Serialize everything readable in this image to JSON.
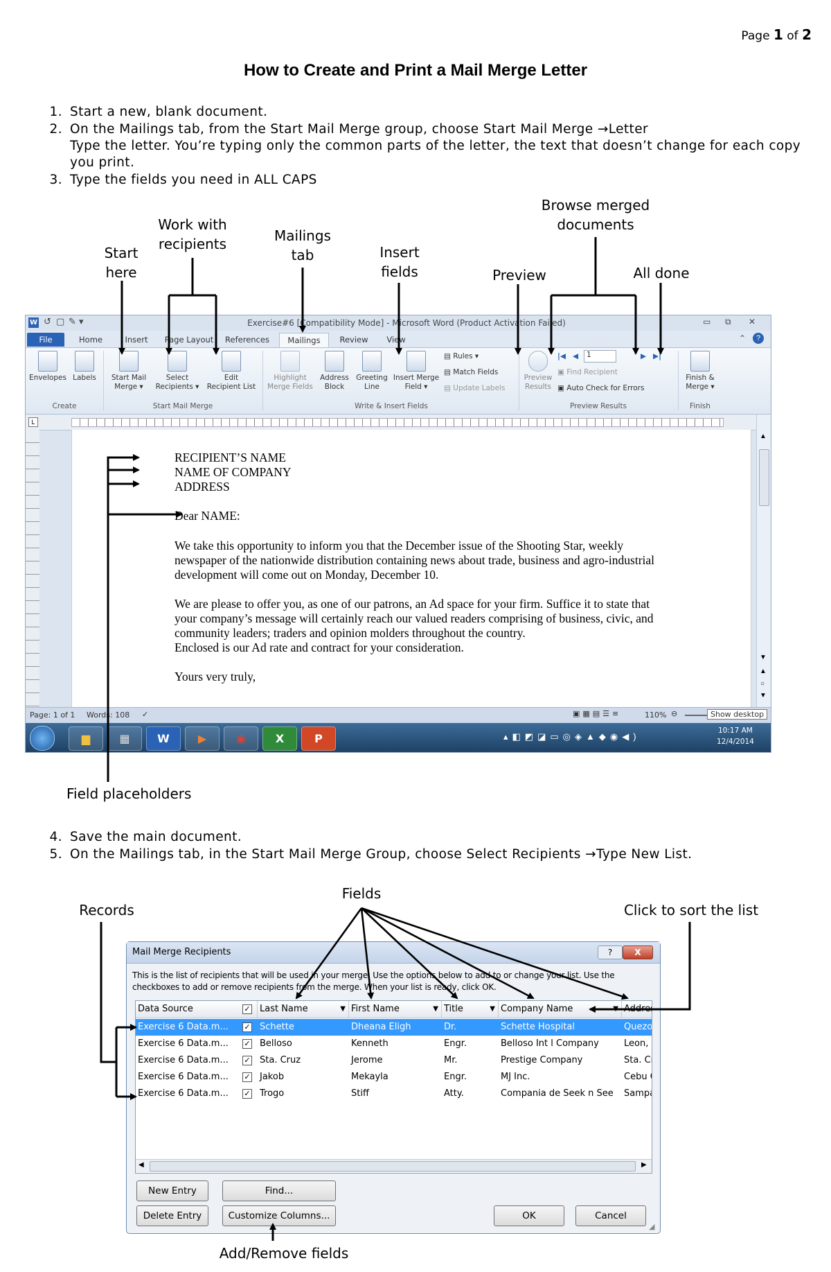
{
  "header": {
    "page_prefix": "Page",
    "page_current": "1",
    "page_of": "of",
    "page_total": "2"
  },
  "title": "How to Create and Print a Mail Merge Letter",
  "steps_a": [
    {
      "num": "1.",
      "lines": [
        "Start a new, blank document."
      ]
    },
    {
      "num": "2.",
      "lines": [
        "On the Mailings tab, from the Start Mail Merge group, choose Start Mail Merge →Letter",
        "Type the letter.  You’re typing only the common parts of the letter, the text that doesn’t change for each copy",
        "you print."
      ]
    },
    {
      "num": "3.",
      "lines": [
        "Type the fields you need in ALL CAPS"
      ]
    }
  ],
  "callouts_top": {
    "start_here": [
      "Start",
      "here"
    ],
    "work_with_recipients": [
      "Work with",
      "recipients"
    ],
    "mailings_tab": [
      "Mailings",
      "tab"
    ],
    "insert_fields": [
      "Insert",
      "fields"
    ],
    "preview": "Preview",
    "browse": [
      "Browse merged",
      "documents"
    ],
    "all_done": "All done"
  },
  "word": {
    "title": "Exercise#6 [Compatibility Mode] - Microsoft Word (Product Activation Failed)",
    "tabs": [
      "File",
      "Home",
      "Insert",
      "Page Layout",
      "References",
      "Mailings",
      "Review",
      "View"
    ],
    "ribbon": {
      "create": {
        "buttons": [
          "Envelopes",
          "Labels"
        ],
        "label": "Create"
      },
      "start": {
        "buttons": [
          [
            "Start Mail",
            "Merge ▾"
          ],
          [
            "Select",
            "Recipients ▾"
          ],
          [
            "Edit",
            "Recipient List"
          ]
        ],
        "label": "Start Mail Merge"
      },
      "write": {
        "buttons": [
          [
            "Highlight",
            "Merge Fields"
          ],
          [
            "Address",
            "Block"
          ],
          [
            "Greeting",
            "Line"
          ],
          [
            "Insert Merge",
            "Field ▾"
          ]
        ],
        "small": [
          "Rules ▾",
          "Match Fields",
          "Update Labels"
        ],
        "label": "Write & Insert Fields"
      },
      "preview": {
        "button": [
          "Preview",
          "Results"
        ],
        "record": "1",
        "small": [
          "Find Recipient",
          "Auto Check for Errors"
        ],
        "label": "Preview Results"
      },
      "finish": {
        "button": [
          "Finish &",
          "Merge ▾"
        ],
        "label": "Finish"
      }
    },
    "letter": {
      "fields": [
        "RECIPIENT’S NAME",
        "NAME OF COMPANY",
        "ADDRESS"
      ],
      "salutation": "Dear NAME:",
      "para1": [
        "We take this opportunity to inform you that the December issue of the Shooting Star, weekly",
        "newspaper of the nationwide distribution containing news about trade, business and agro-industrial",
        "development will come out on Monday, December 10."
      ],
      "para2": [
        "We are please to offer you, as one of our patrons, an Ad space for your firm. Suffice it to state that",
        "your company’s message will certainly reach our valued readers comprising of business, civic, and",
        "community leaders; traders and opinion molders throughout the country.",
        "Enclosed is our Ad rate and contract for your consideration."
      ],
      "closing": "Yours very truly,"
    },
    "status": {
      "page": "Page: 1 of 1",
      "words": "Words: 108",
      "zoom": "110%",
      "show_desktop": "Show desktop"
    },
    "clock": {
      "time": "10:17 AM",
      "date": "12/4/2014"
    }
  },
  "callout_field_placeholders": "Field placeholders",
  "steps_b": [
    {
      "num": "4.",
      "text": "Save the main document."
    },
    {
      "num": "5.",
      "text": "On the Mailings tab, in the Start Mail Merge Group, choose Select Recipients →Type New List."
    }
  ],
  "callouts_dialog": {
    "fields": "Fields",
    "records": "Records",
    "sort": "Click to sort the list",
    "add_remove": "Add/Remove fields"
  },
  "dialog": {
    "title": "Mail Merge Recipients",
    "help": "?",
    "close": "X",
    "intro": [
      "This is the list of recipients that will be used in your merge.  Use the options below to add to or change your list.  Use the",
      "checkboxes to add or remove recipients from the merge.  When your list is ready, click OK."
    ],
    "columns": [
      "Data Source",
      "Last Name",
      "First Name",
      "Title",
      "Company Name",
      "Address"
    ],
    "rows": [
      [
        "Exercise 6 Data.m...",
        "Schette",
        "Dheana Eligh",
        "Dr.",
        "Schette Hospital",
        "Quezo"
      ],
      [
        "Exercise 6 Data.m...",
        "Belloso",
        "Kenneth",
        "Engr.",
        "Belloso Int l Company",
        "Leon, I"
      ],
      [
        "Exercise 6 Data.m...",
        "Sta. Cruz",
        "Jerome",
        "Mr.",
        "Prestige Company",
        "Sta. Cr"
      ],
      [
        "Exercise 6 Data.m...",
        "Jakob",
        "Mekayla",
        "Engr.",
        "MJ Inc.",
        "Cebu C"
      ],
      [
        "Exercise 6 Data.m...",
        "Trogo",
        "Stiff",
        "Atty.",
        "Compania de Seek n See",
        "Sampa"
      ]
    ],
    "buttons": {
      "new_entry": "New Entry",
      "find": "Find...",
      "delete_entry": "Delete Entry",
      "customize": "Customize Columns...",
      "ok": "OK",
      "cancel": "Cancel"
    }
  },
  "colors": {
    "selected_row": "#3399ff",
    "file_tab": "#2a62b5",
    "taskbar": "#2a5580"
  }
}
